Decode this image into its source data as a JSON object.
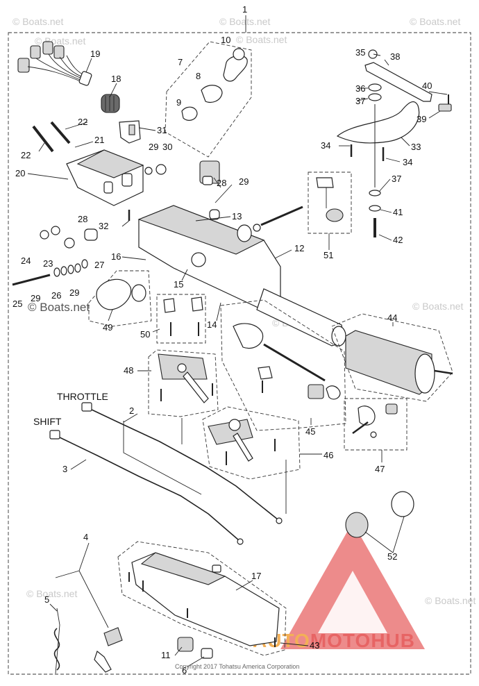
{
  "diagram": {
    "callouts": [
      {
        "id": "c1",
        "text": "1"
      },
      {
        "id": "c2",
        "text": "2"
      },
      {
        "id": "c3",
        "text": "3"
      },
      {
        "id": "c4",
        "text": "4"
      },
      {
        "id": "c5",
        "text": "5"
      },
      {
        "id": "c6",
        "text": "6"
      },
      {
        "id": "c7",
        "text": "7"
      },
      {
        "id": "c8",
        "text": "8"
      },
      {
        "id": "c9",
        "text": "9"
      },
      {
        "id": "c10",
        "text": "10"
      },
      {
        "id": "c11",
        "text": "11"
      },
      {
        "id": "c12",
        "text": "12"
      },
      {
        "id": "c13",
        "text": "13"
      },
      {
        "id": "c14",
        "text": "14"
      },
      {
        "id": "c15",
        "text": "15"
      },
      {
        "id": "c16",
        "text": "16"
      },
      {
        "id": "c17",
        "text": "17"
      },
      {
        "id": "c18",
        "text": "18"
      },
      {
        "id": "c19",
        "text": "19"
      },
      {
        "id": "c20",
        "text": "20"
      },
      {
        "id": "c21",
        "text": "21"
      },
      {
        "id": "c22a",
        "text": "22"
      },
      {
        "id": "c22b",
        "text": "22"
      },
      {
        "id": "c23",
        "text": "23"
      },
      {
        "id": "c24",
        "text": "24"
      },
      {
        "id": "c25",
        "text": "25"
      },
      {
        "id": "c26",
        "text": "26"
      },
      {
        "id": "c27",
        "text": "27"
      },
      {
        "id": "c28a",
        "text": "28"
      },
      {
        "id": "c28b",
        "text": "28"
      },
      {
        "id": "c29a",
        "text": "29"
      },
      {
        "id": "c29b",
        "text": "29"
      },
      {
        "id": "c29c",
        "text": "29"
      },
      {
        "id": "c29d",
        "text": "29"
      },
      {
        "id": "c30",
        "text": "30"
      },
      {
        "id": "c31",
        "text": "31"
      },
      {
        "id": "c32",
        "text": "32"
      },
      {
        "id": "c33",
        "text": "33"
      },
      {
        "id": "c34a",
        "text": "34"
      },
      {
        "id": "c34b",
        "text": "34"
      },
      {
        "id": "c35",
        "text": "35"
      },
      {
        "id": "c36",
        "text": "36"
      },
      {
        "id": "c37a",
        "text": "37"
      },
      {
        "id": "c37b",
        "text": "37"
      },
      {
        "id": "c38",
        "text": "38"
      },
      {
        "id": "c39",
        "text": "39"
      },
      {
        "id": "c40",
        "text": "40"
      },
      {
        "id": "c41",
        "text": "41"
      },
      {
        "id": "c42",
        "text": "42"
      },
      {
        "id": "c43",
        "text": "43"
      },
      {
        "id": "c44",
        "text": "44"
      },
      {
        "id": "c45",
        "text": "45"
      },
      {
        "id": "c46",
        "text": "46"
      },
      {
        "id": "c47",
        "text": "47"
      },
      {
        "id": "c48",
        "text": "48"
      },
      {
        "id": "c49",
        "text": "49"
      },
      {
        "id": "c50",
        "text": "50"
      },
      {
        "id": "c51",
        "text": "51"
      },
      {
        "id": "c52",
        "text": "52"
      }
    ],
    "labels": {
      "throttle": "THROTTLE",
      "shift": "SHIFT"
    },
    "watermark": "© Boats.net",
    "copyright": "Copyright 2017 Tohatsu America Corporation",
    "brand": {
      "part1": "AUTO",
      "part2": "MOTO",
      "part3": "HUB",
      "color_primary": "#e34a4a",
      "color_secondary": "#f2a33a"
    }
  }
}
